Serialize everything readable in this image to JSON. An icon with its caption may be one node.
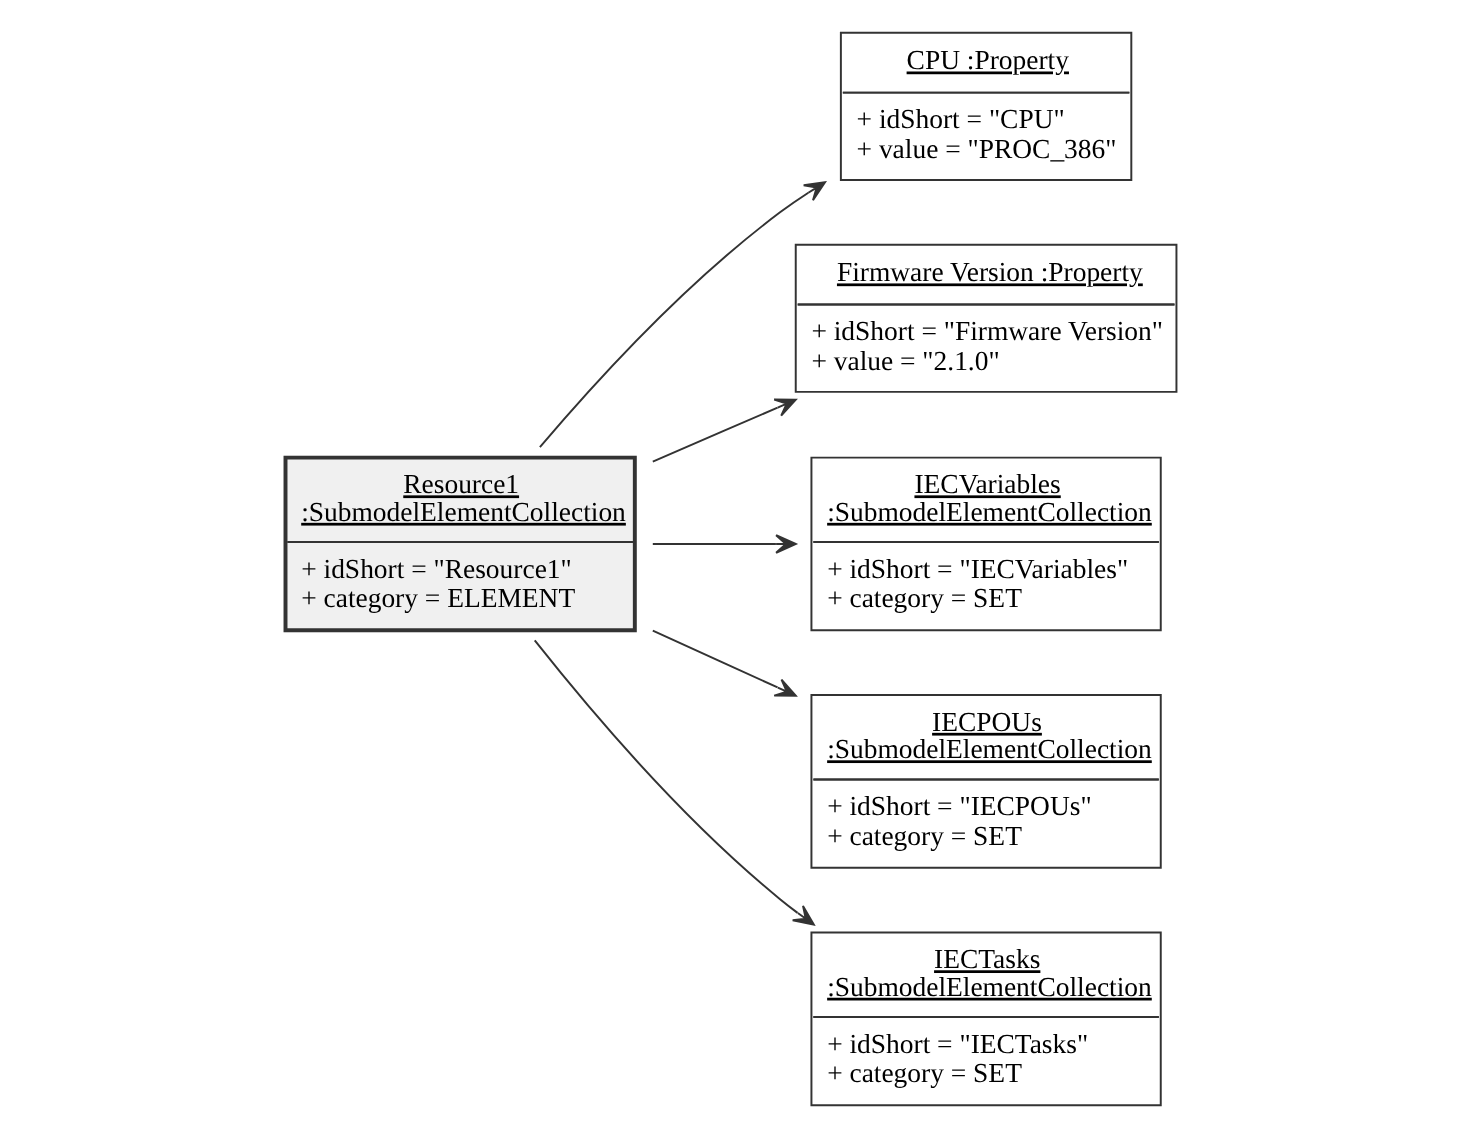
{
  "diagram": {
    "nodes": [
      {
        "text": [
          "Resource1 :SubmodelElementCollection",
          "+ idShort = \"Resource1\"",
          "+ category = ELEMENT"
        ]
      },
      {
        "text": [
          "CPU :Property",
          "+ idShort = \"CPU\"",
          "+ value = \"PROC_386\""
        ]
      },
      {
        "text": [
          "Firmware Version :Property",
          "+ idShort = \"Firmware Version\"",
          "+ value = \"2.1.0\""
        ]
      },
      {
        "text": [
          "IECVariables :SubmodelElementCollection",
          "+ idShort = \"IECVariables\"",
          "+ category = SET"
        ]
      },
      {
        "text": [
          "IECPOUs :SubmodelElementCollection",
          "+ idShort = \"IECPOUs\"",
          "+ category = SET"
        ]
      },
      {
        "text": [
          "IECTasks :SubmodelElementCollection",
          "+ idShort = \"IECTasks\"",
          "+ category = SET"
        ]
      }
    ],
    "edges": [
      {
        "from": 0,
        "to": 1,
        "arrow": "to"
      },
      {
        "from": 0,
        "to": 2,
        "arrow": "to"
      },
      {
        "from": 0,
        "to": 3,
        "arrow": "to"
      },
      {
        "from": 0,
        "to": 4,
        "arrow": "to"
      },
      {
        "from": 0,
        "to": 5,
        "arrow": "to"
      }
    ]
  }
}
